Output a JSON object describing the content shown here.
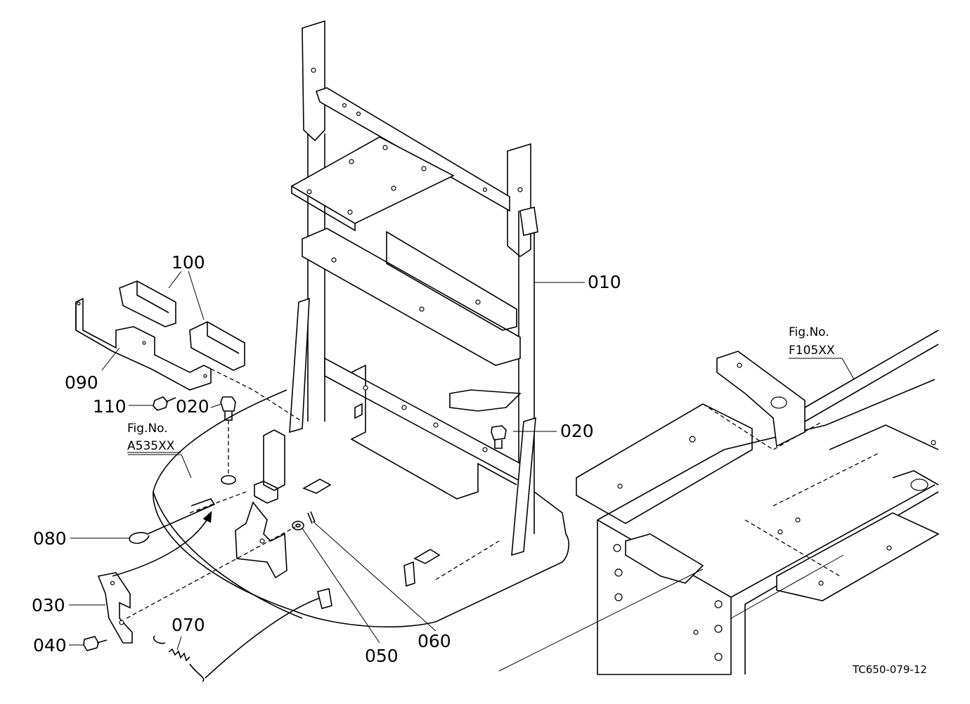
{
  "part_numbers": {
    "p010": "010",
    "p020a": "020",
    "p020b": "020",
    "p030": "030",
    "p040": "040",
    "p050": "050",
    "p060": "060",
    "p070": "070",
    "p080": "080",
    "p090": "090",
    "p100": "100",
    "p110": "110"
  },
  "figure_refs": {
    "a535": {
      "label": "Fig.No.",
      "number": "A535XX"
    },
    "f105": {
      "label": "Fig.No.",
      "number": "F105XX"
    }
  },
  "drawing_code": "TC650-079-12",
  "colors": {
    "line": "#000000",
    "background": "#ffffff"
  }
}
